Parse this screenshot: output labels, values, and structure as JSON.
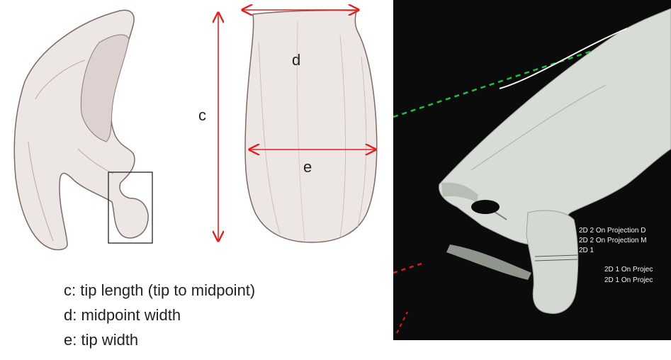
{
  "diagram": {
    "labels": {
      "c": "c",
      "d": "d",
      "e": "e"
    },
    "legend": [
      "c: tip length (tip to midpoint)",
      "d: midpoint width",
      "e: tip width"
    ],
    "ct_labels": [
      "2D 2 On Projection D",
      "2D 2 On Projection M",
      "2D 1",
      "2D 1 On Projec",
      "2D 1 On Projec"
    ],
    "colors": {
      "arrow": "#e02020",
      "bone_fill": "#ece6e4",
      "bone_stroke": "#7a6b68",
      "ct_bg": "#0b0b0b",
      "ct_bone": "#d8dcd6",
      "green_line": "#1fbf3a",
      "red_line": "#d22020"
    }
  }
}
